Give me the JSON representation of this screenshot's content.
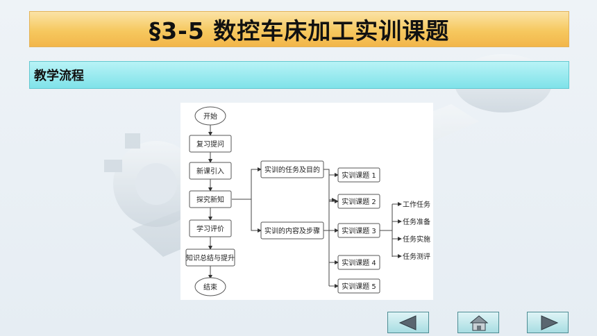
{
  "title": "§3-5  数控车床加工实训课题",
  "section": "教学流程",
  "flow": {
    "start": "开始",
    "review": "复习提问",
    "intro": "新课引入",
    "explore": "探究新知",
    "evaluate": "学习评价",
    "summary": "知识总结与提升",
    "end": "结束",
    "goals": "实训的任务及目的",
    "content": "实训的内容及步骤",
    "topics": [
      "实训课题 1",
      "实训课题 2",
      "实训课题 3",
      "实训课题 4",
      "实训课题 5"
    ],
    "tasks": [
      "工作任务",
      "任务准备",
      "任务实施",
      "任务测评"
    ]
  },
  "nav": {
    "prev": "left-arrow-icon",
    "home": "home-icon",
    "next": "right-arrow-icon"
  },
  "colors": {
    "title_bar": "#f6c85f",
    "section_bar": "#7fe2e9",
    "nav_button": "#a8dde2"
  }
}
